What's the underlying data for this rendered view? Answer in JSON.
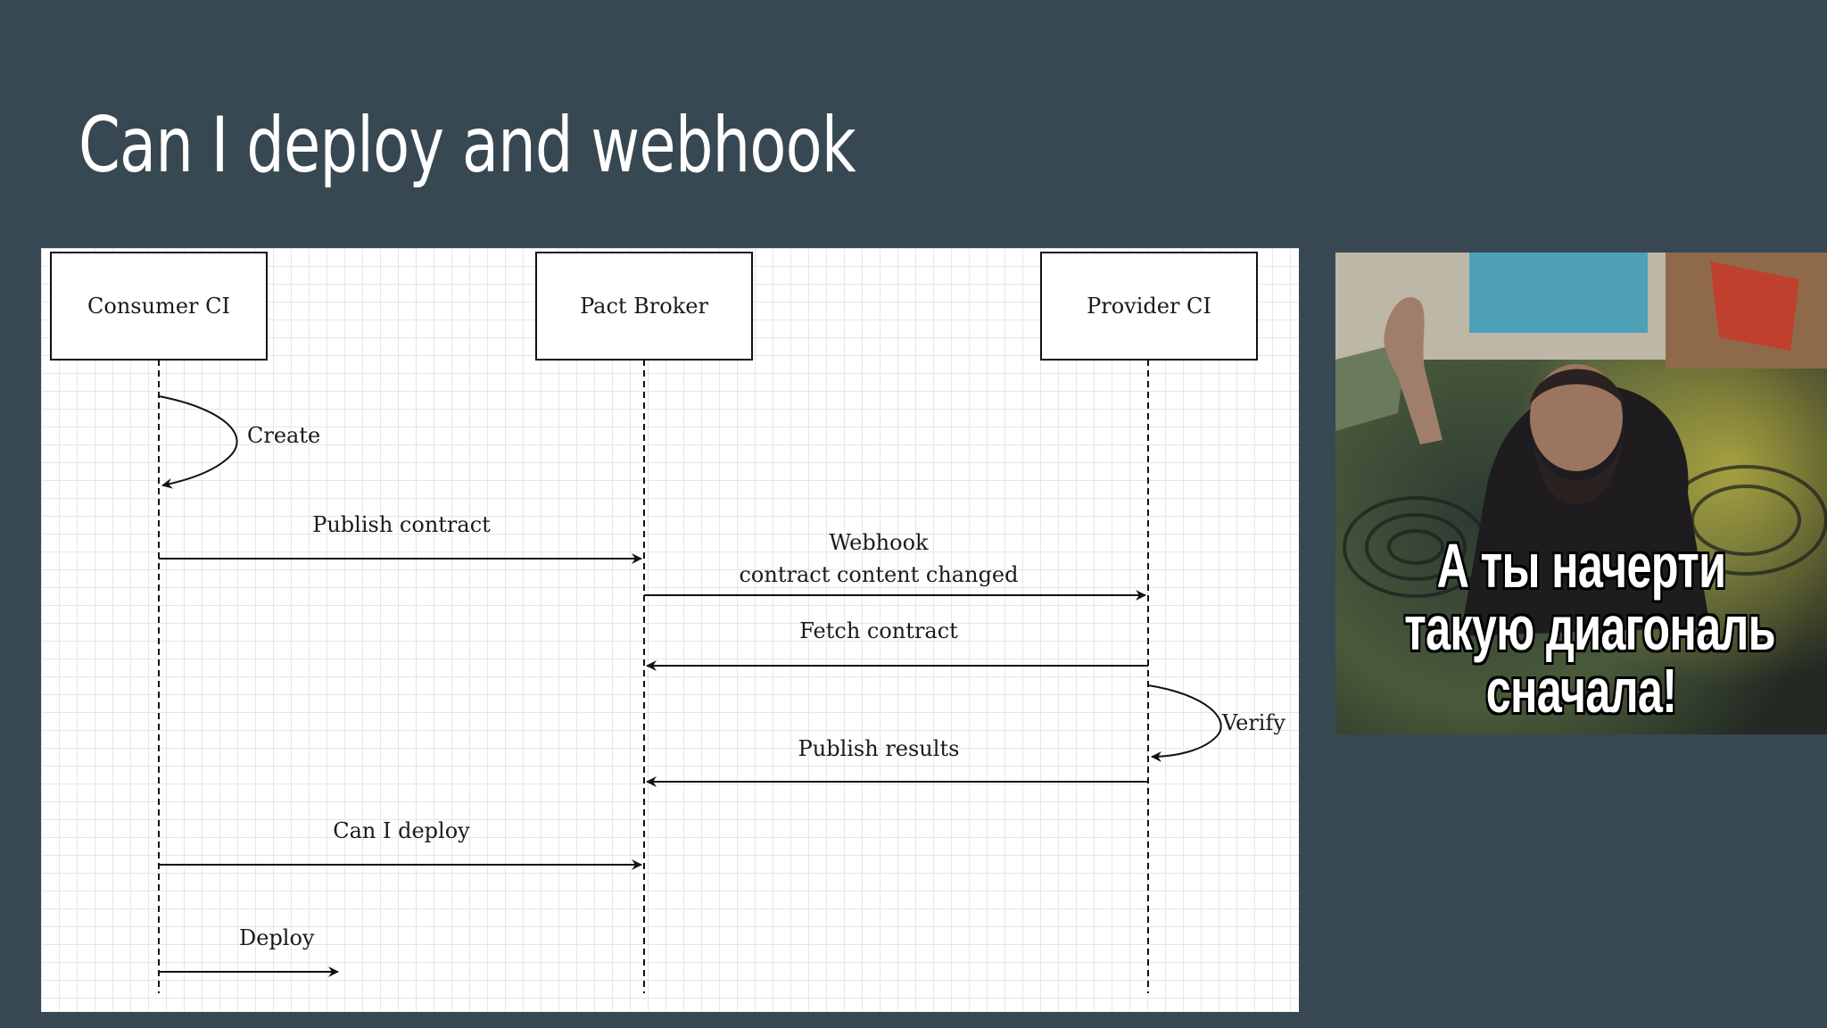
{
  "slide": {
    "title": "Can I deploy and webhook"
  },
  "diagram": {
    "participants": [
      {
        "id": "consumer",
        "label": "Consumer CI"
      },
      {
        "id": "broker",
        "label": "Pact Broker"
      },
      {
        "id": "provider",
        "label": "Provider CI"
      }
    ],
    "messages": {
      "create": "Create",
      "publish_contract": "Publish contract",
      "webhook_line1": "Webhook",
      "webhook_line2": "contract content changed",
      "fetch_contract": "Fetch contract",
      "verify": "Verify",
      "publish_results": "Publish results",
      "can_i_deploy": "Can I deploy",
      "deploy": "Deploy"
    }
  },
  "meme": {
    "image_label": "meme-photo",
    "caption_lines": [
      "А ты начерти",
      "такую диагональ",
      "сначала!"
    ]
  }
}
